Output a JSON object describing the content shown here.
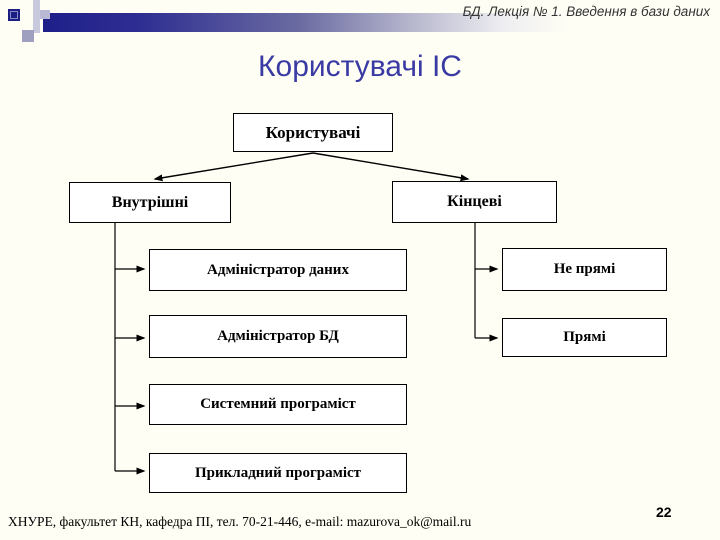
{
  "header": {
    "lecture_title": "БД. Лекція № 1. Введення в бази даних"
  },
  "slide": {
    "title": "Користувачі ІС",
    "page_number": "22"
  },
  "diagram": {
    "type": "tree",
    "root": {
      "label": "Користувачі"
    },
    "branches": [
      {
        "label": "Внутрішні",
        "children": [
          "Адміністратор даних",
          "Адміністратор БД",
          "Системний програміст",
          "Прикладний програміст"
        ]
      },
      {
        "label": "Кінцеві",
        "children": [
          "Не прямі",
          "Прямі"
        ]
      }
    ]
  },
  "footer": {
    "contact": "ХНУРЕ, факультет КН, кафедра ПІ, тел. 70-21-446, e-mail: mazurova_ok@mail.ru"
  },
  "colors": {
    "background": "#fffef4",
    "title_text": "#3a3aa5",
    "bar_navy": "#1f1f8a",
    "deco_lavender": "#c9c9de",
    "box_border": "#000000",
    "box_fill": "#ffffff"
  }
}
